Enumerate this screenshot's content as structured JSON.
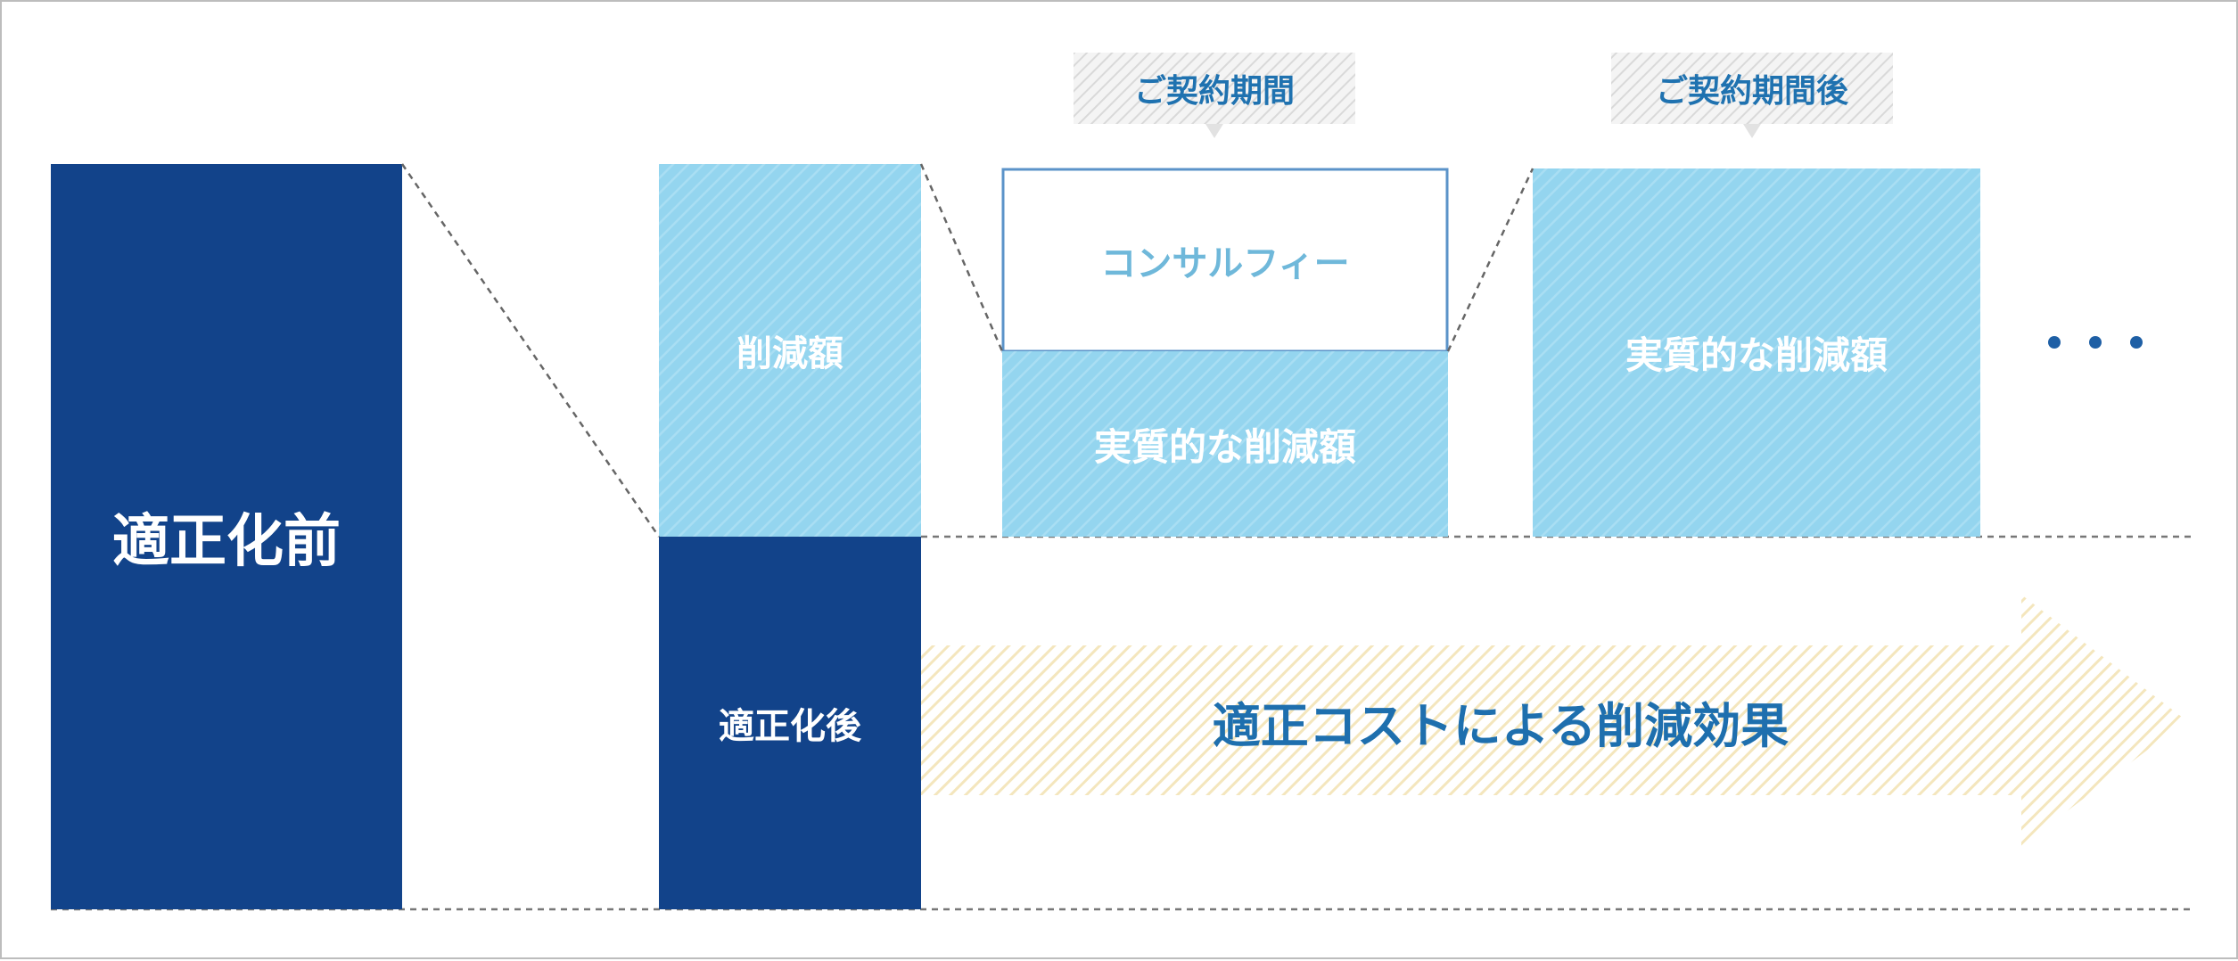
{
  "diagram": {
    "before_label": "適正化前",
    "reduction_label": "削減額",
    "after_label": "適正化後",
    "consult_fee_label": "コンサルフィー",
    "actual_reduction_during": "実質的な削減額",
    "actual_reduction_after": "実質的な削減額",
    "period_tag_during": "ご契約期間",
    "period_tag_after": "ご契約期間後",
    "effect_label": "適正コストによる削減効果",
    "continuation_icon": "ellipsis-dots"
  },
  "colors": {
    "navy": "#12438a",
    "light_blue": "#94d5ef",
    "fee_border": "#5b93c9",
    "fee_text": "#6fb8da",
    "arrow_fill": "#f6eccf",
    "tag_fill": "#e2e2e2",
    "label_blue": "#1f72b0"
  }
}
